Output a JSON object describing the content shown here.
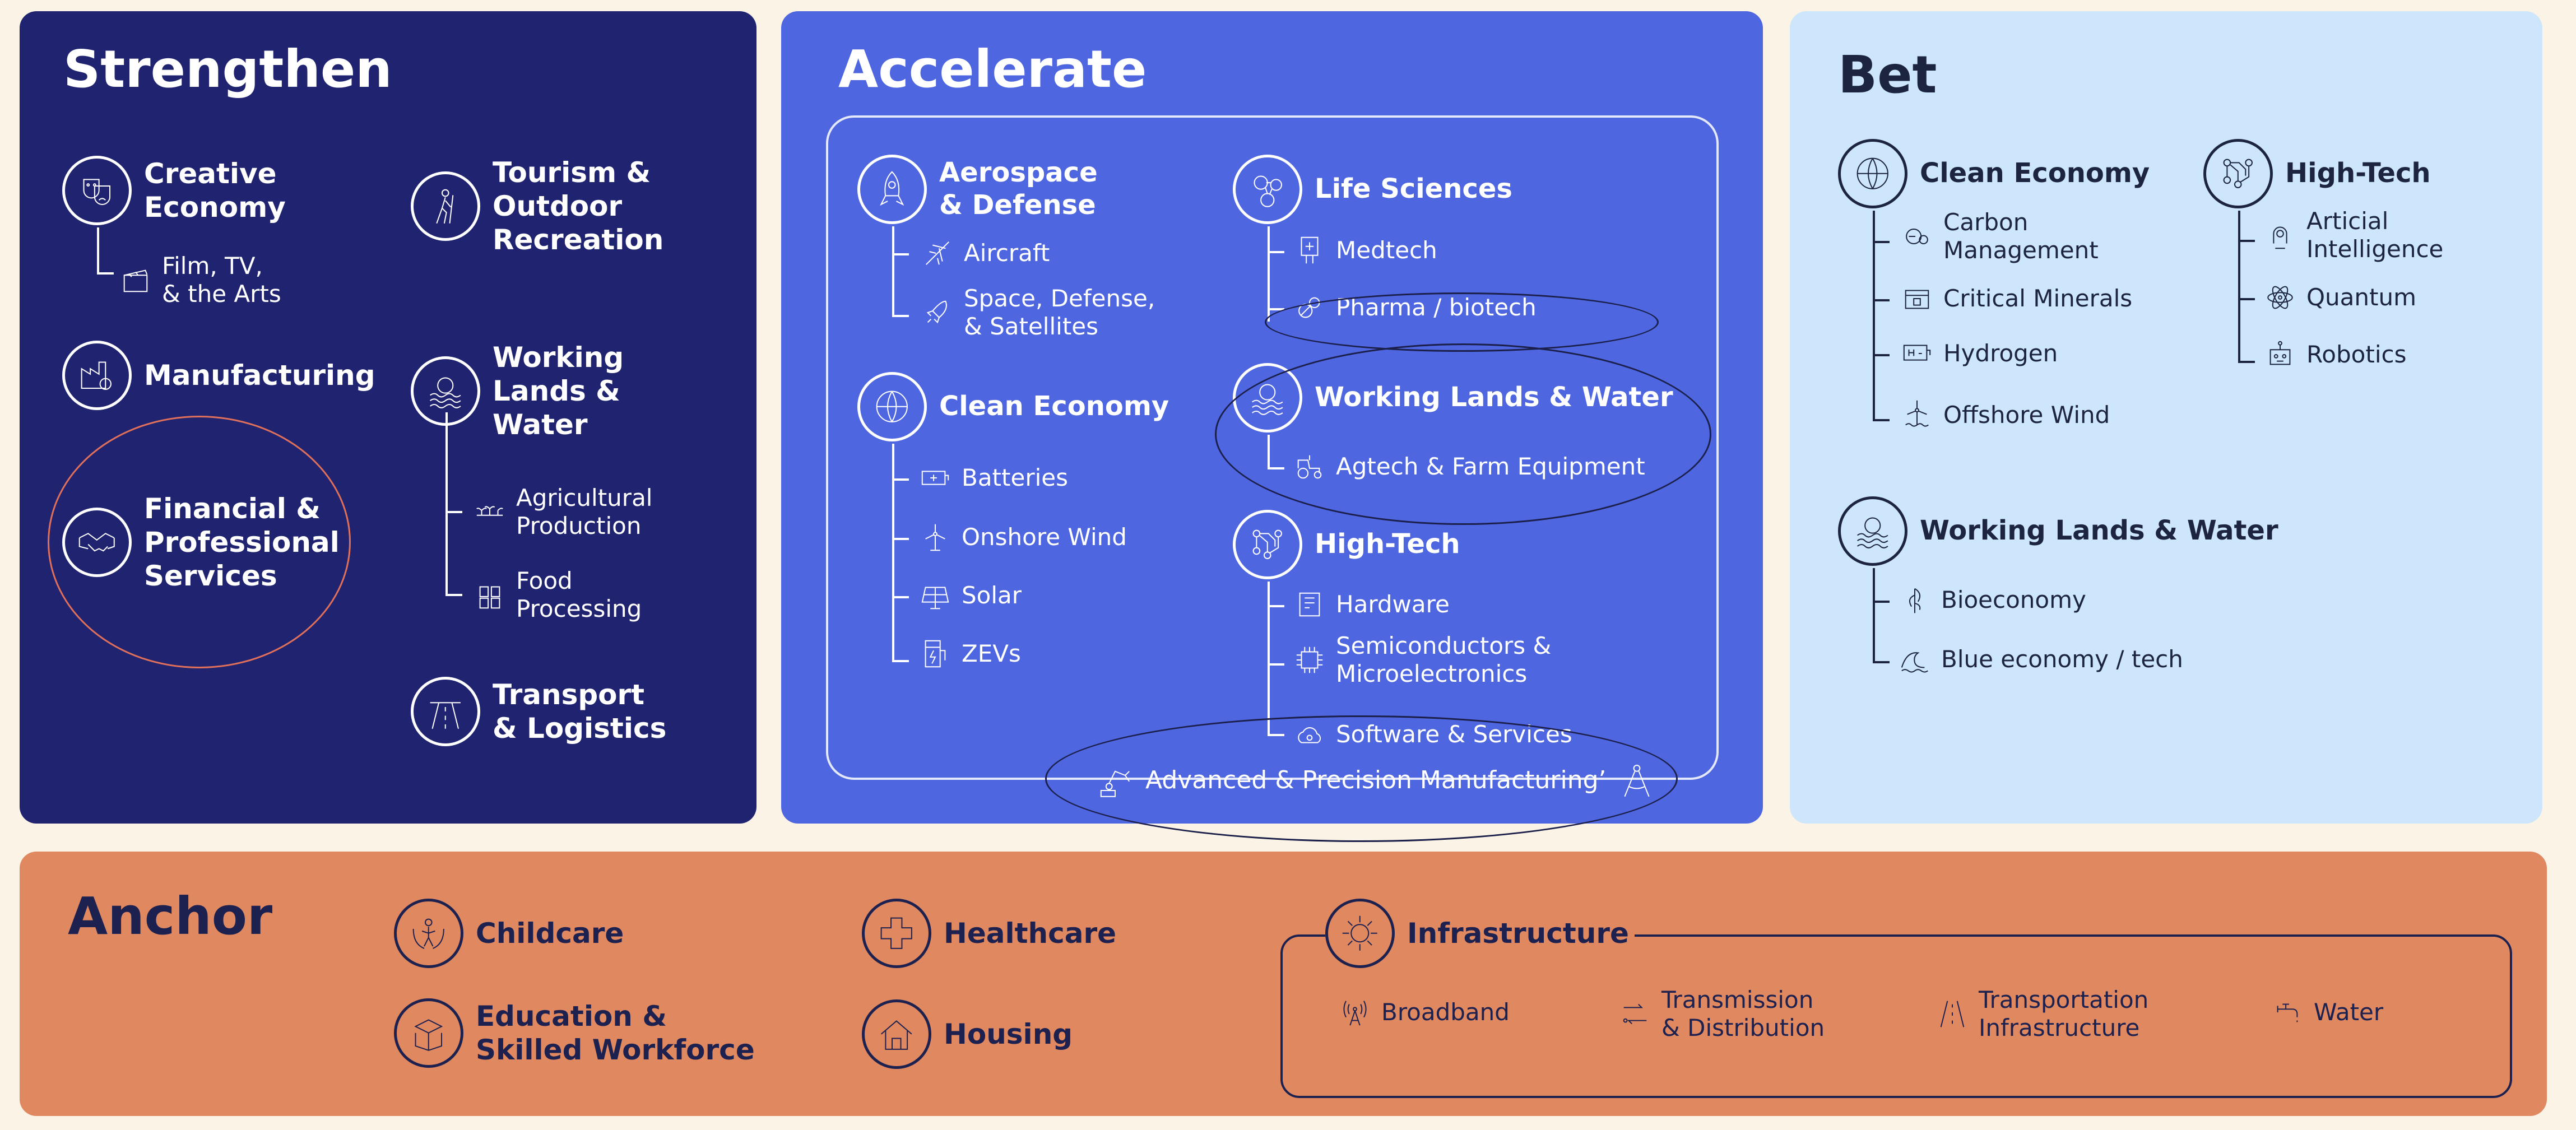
{
  "colors": {
    "strengthen_bg": "#1f2370",
    "accelerate_bg": "#4e66e0",
    "bet_bg": "#cde6fb",
    "anchor_bg": "#e0885f",
    "highlight_red": "#e0705a",
    "highlight_dark": "#1b1f4a"
  },
  "strengthen": {
    "title": "Strengthen",
    "creative": {
      "label": "Creative\nEconomy",
      "icon": "masks-icon",
      "sub": "Film, TV,\n& the Arts",
      "sub_icon": "clapperboard-icon"
    },
    "tourism": {
      "label": "Tourism &\nOutdoor\nRecreation",
      "icon": "hiker-icon"
    },
    "manufacturing": {
      "label": "Manufacturing",
      "icon": "factory-gear-icon"
    },
    "working_lands": {
      "label": "Working\nLands &\nWater",
      "icon": "water-sun-icon",
      "subs": [
        {
          "label": "Agricultural\nProduction",
          "icon": "sprouts-icon"
        },
        {
          "label": "Food\nProcessing",
          "icon": "food-jars-icon"
        }
      ]
    },
    "financial": {
      "label": "Financial &\nProfessional\nServices",
      "icon": "handshake-icon"
    },
    "transport": {
      "label": "Transport\n& Logistics",
      "icon": "road-icon"
    }
  },
  "accelerate": {
    "title": "Accelerate",
    "aerospace": {
      "label": "Aerospace\n& Defense",
      "icon": "rocket-icon",
      "subs": [
        {
          "label": "Aircraft",
          "icon": "plane-icon"
        },
        {
          "label": "Space, Defense,\n& Satellites",
          "icon": "rocket-small-icon"
        }
      ]
    },
    "life_sciences": {
      "label": "Life Sciences",
      "icon": "molecule-icon",
      "subs": [
        {
          "label": "Medtech",
          "icon": "medtech-icon"
        },
        {
          "label": "Pharma / biotech",
          "icon": "pills-icon"
        }
      ]
    },
    "clean_economy": {
      "label": "Clean Economy",
      "icon": "globe-dollar-icon",
      "subs": [
        {
          "label": "Batteries",
          "icon": "battery-icon"
        },
        {
          "label": "Onshore Wind",
          "icon": "wind-turbine-icon"
        },
        {
          "label": "Solar",
          "icon": "solar-panel-icon"
        },
        {
          "label": "ZEVs",
          "icon": "ev-charger-icon"
        }
      ]
    },
    "working_lands": {
      "label": "Working Lands & Water",
      "icon": "water-sun-icon",
      "subs": [
        {
          "label": "Agtech & Farm Equipment",
          "icon": "tractor-icon"
        }
      ]
    },
    "high_tech": {
      "label": "High-Tech",
      "icon": "circuit-icon",
      "subs": [
        {
          "label": "Hardware",
          "icon": "hardware-icon"
        },
        {
          "label": "Semiconductors &\nMicroelectronics",
          "icon": "chip-icon"
        },
        {
          "label": "Software & Services",
          "icon": "cloud-icon"
        }
      ]
    },
    "advanced_mfg": {
      "label": "Advanced & Precision Manufacturing’",
      "icon": "robot-arm-icon",
      "icon2": "compass-icon"
    }
  },
  "bet": {
    "title": "Bet",
    "clean_economy": {
      "label": "Clean Economy",
      "icon": "globe-dollar-icon",
      "subs": [
        {
          "label": "Carbon\nManagement",
          "icon": "carbon-icon"
        },
        {
          "label": "Critical Minerals",
          "icon": "minerals-icon"
        },
        {
          "label": "Hydrogen",
          "icon": "hydrogen-icon"
        },
        {
          "label": "Offshore Wind",
          "icon": "offshore-wind-icon"
        }
      ]
    },
    "high_tech": {
      "label": "High-Tech",
      "icon": "circuit-icon",
      "subs": [
        {
          "label": "Articial\nIntelligence",
          "icon": "ai-icon"
        },
        {
          "label": "Quantum",
          "icon": "atom-icon"
        },
        {
          "label": "Robotics",
          "icon": "robot-icon"
        }
      ]
    },
    "working_lands": {
      "label": "Working Lands & Water",
      "icon": "water-sun-icon",
      "subs": [
        {
          "label": "Bioeconomy",
          "icon": "leaf-icon"
        },
        {
          "label": "Blue economy / tech",
          "icon": "wave-icon"
        }
      ]
    }
  },
  "anchor": {
    "title": "Anchor",
    "childcare": {
      "label": "Childcare",
      "icon": "child-hands-icon"
    },
    "education": {
      "label": "Education &\nSkilled Workforce",
      "icon": "book-cap-icon"
    },
    "healthcare": {
      "label": "Healthcare",
      "icon": "medical-cross-icon"
    },
    "housing": {
      "label": "Housing",
      "icon": "house-icon"
    },
    "infrastructure": {
      "label": "Infrastructure",
      "icon": "gear-arrows-icon",
      "subs": [
        {
          "label": "Broadband",
          "icon": "antenna-icon"
        },
        {
          "label": "Transmission\n& Distribution",
          "icon": "transmission-icon"
        },
        {
          "label": "Transportation\nInfrastructure",
          "icon": "road-lines-icon"
        },
        {
          "label": "Water",
          "icon": "faucet-icon"
        }
      ]
    }
  }
}
